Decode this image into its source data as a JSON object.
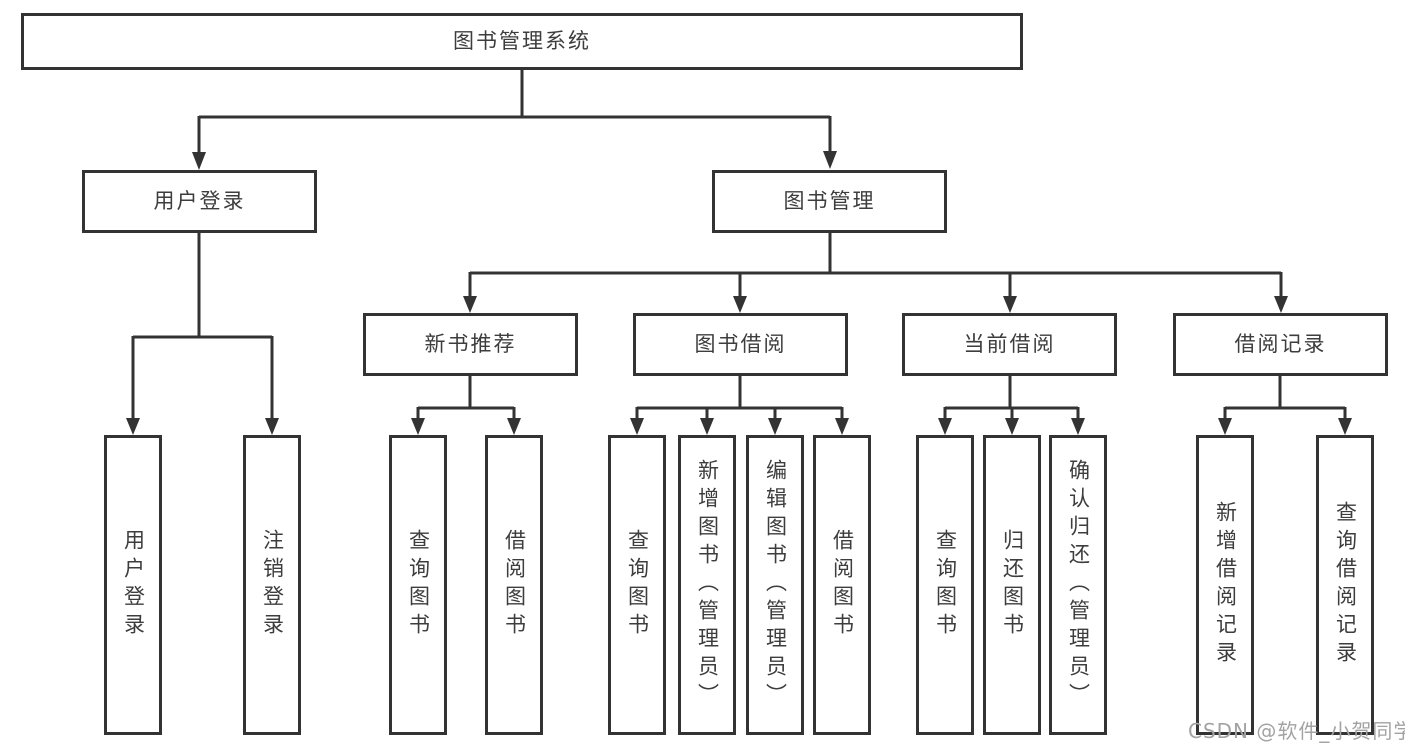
{
  "diagram_type": "tree",
  "tree": {
    "label": "图书管理系统",
    "children": [
      {
        "label": "用户登录",
        "children": [
          {
            "label": "用户登录"
          },
          {
            "label": "注销登录"
          }
        ]
      },
      {
        "label": "图书管理",
        "children": [
          {
            "label": "新书推荐",
            "children": [
              {
                "label": "查询图书"
              },
              {
                "label": "借阅图书"
              }
            ]
          },
          {
            "label": "图书借阅",
            "children": [
              {
                "label": "查询图书"
              },
              {
                "label": "新增图书（管理员）"
              },
              {
                "label": "编辑图书（管理员）"
              },
              {
                "label": "借阅图书"
              }
            ]
          },
          {
            "label": "当前借阅",
            "children": [
              {
                "label": "查询图书"
              },
              {
                "label": "归还图书"
              },
              {
                "label": "确认归还（管理员）"
              }
            ]
          },
          {
            "label": "借阅记录",
            "children": [
              {
                "label": "新增借阅记录"
              },
              {
                "label": "查询借阅记录"
              }
            ]
          }
        ]
      }
    ]
  },
  "watermark": {
    "text": "CSDN @软件_小贺同学"
  },
  "colors": {
    "line": "#333333",
    "box_border": "#333333",
    "box_fill": "#ffffff",
    "text": "#3d3d3d",
    "watermark": "#a3a3a3",
    "background": "#ffffff"
  }
}
